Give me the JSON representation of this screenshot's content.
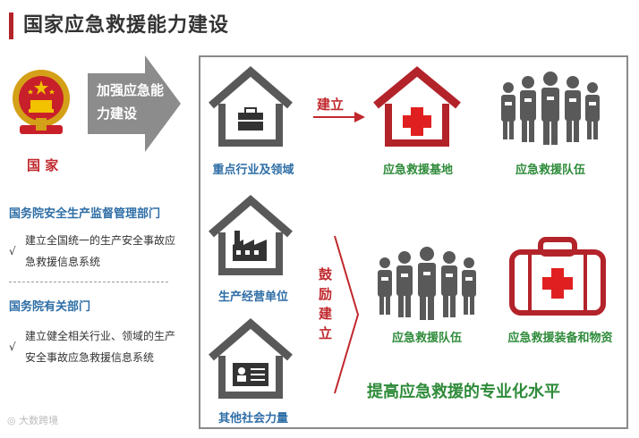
{
  "title": "国家应急救援能力建设",
  "nation_label": "国 家",
  "arrow_text": "加强应急能力建设",
  "departments": [
    {
      "name": "国务院安全生产监督管理部门",
      "bullet": "建立全国统一的生产安全事故应急救援信息系统"
    },
    {
      "name": "国务院有关部门",
      "bullet": "建立健全相关行业、领域的生产安全事故应急救援信息系统"
    }
  ],
  "check_mark": "√",
  "row1": {
    "source": "重点行业及领域",
    "action": "建立",
    "target1": "应急救援基地",
    "target2": "应急救援队伍"
  },
  "sources": [
    "生产经营单位",
    "其他社会力量"
  ],
  "encourage": [
    "鼓",
    "励",
    "建",
    "立"
  ],
  "outcomes": [
    "应急救援队伍",
    "应急救援装备和物资"
  ],
  "slogan": "提高应急救援的专业化水平",
  "watermark": "大数跨境",
  "colors": {
    "red": "#c0282d",
    "blue": "#2e6ea6",
    "green": "#2e8b3a",
    "gray": "#595959"
  }
}
